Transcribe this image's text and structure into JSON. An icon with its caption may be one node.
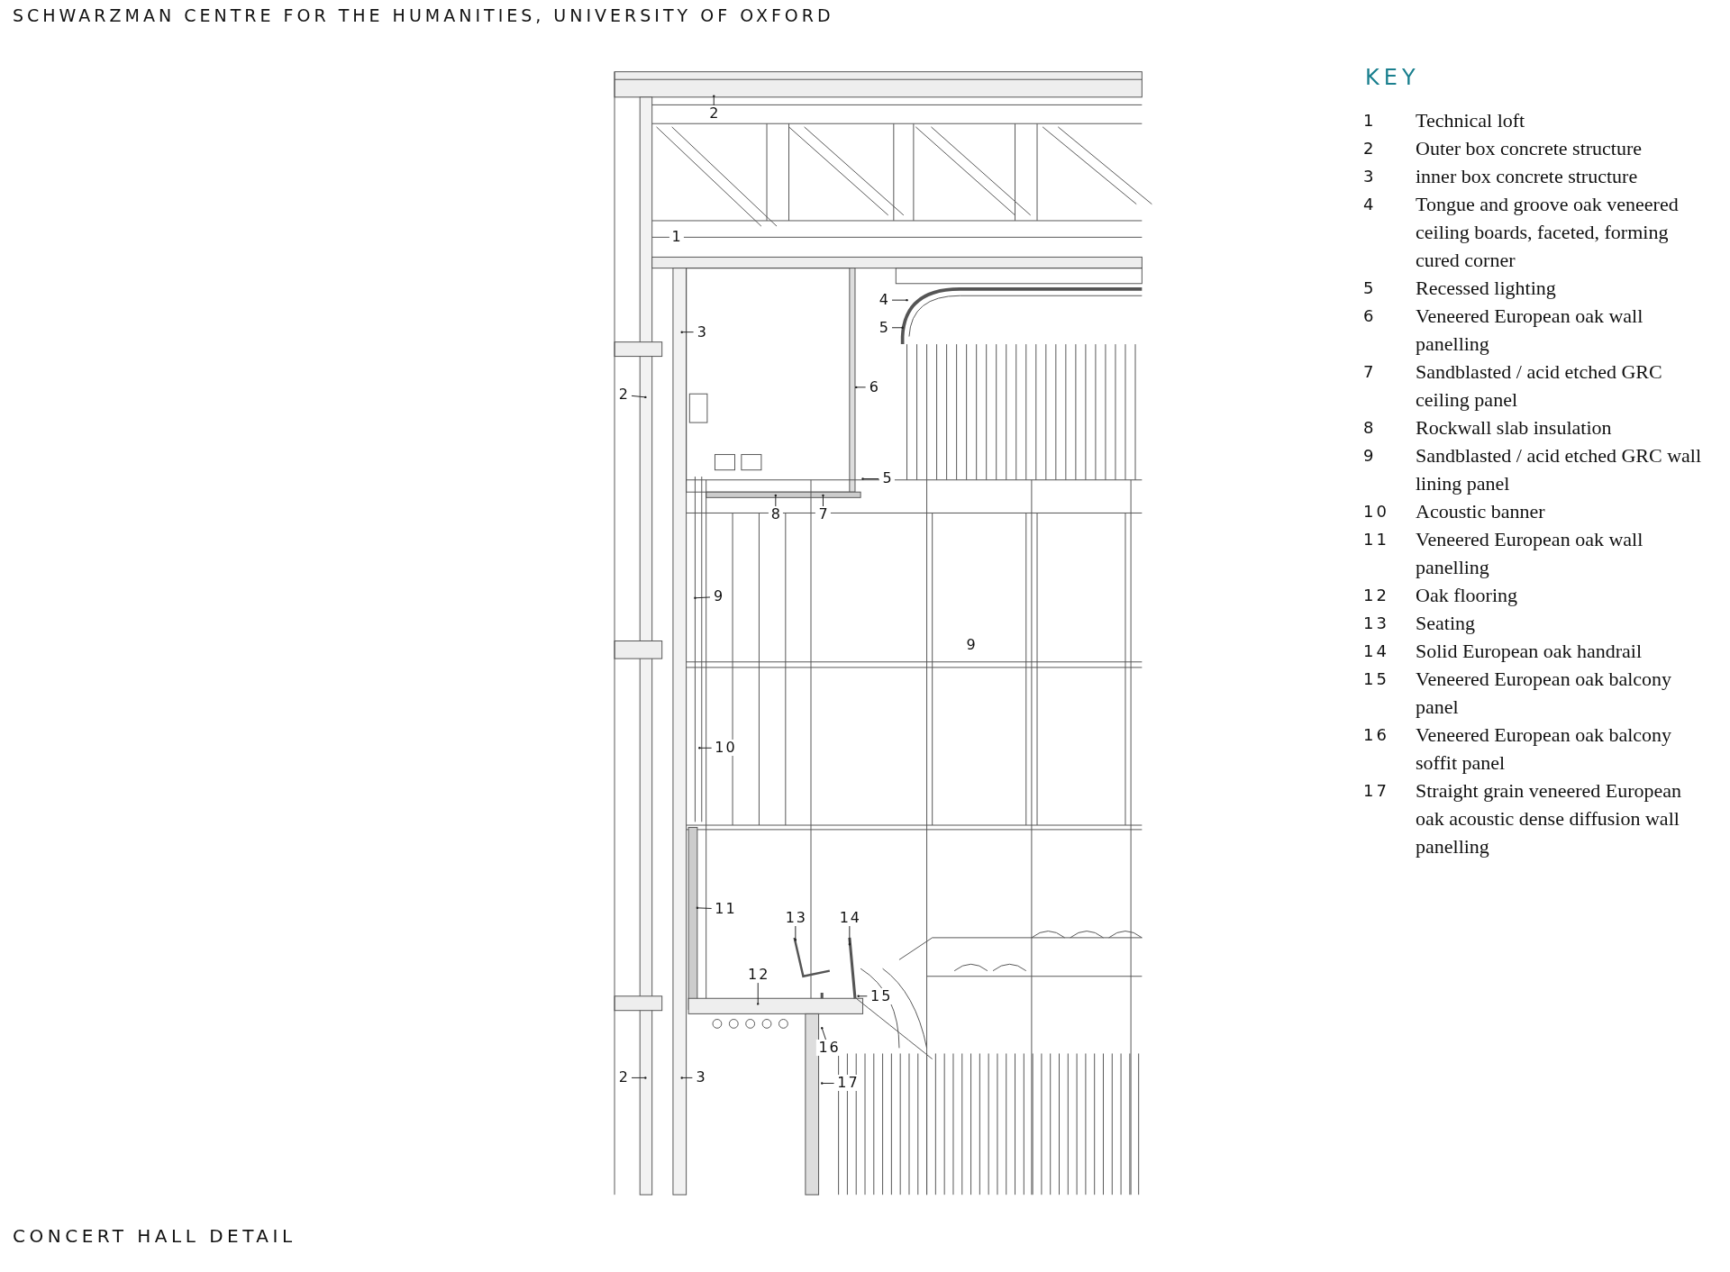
{
  "diagram": {
    "title": "SCHWARZMAN CENTRE FOR THE HUMANITIES, UNIVERSITY OF OXFORD",
    "caption": "CONCERT HALL DETAIL",
    "nodes": [
      {
        "text": [
          "2"
        ]
      },
      {
        "text": [
          "4"
        ]
      },
      {
        "text": [
          "5"
        ]
      },
      {
        "text": [
          "3"
        ]
      },
      {
        "text": [
          "6"
        ]
      },
      {
        "text": [
          "2"
        ]
      },
      {
        "text": [
          "5"
        ]
      },
      {
        "text": [
          "8"
        ]
      },
      {
        "text": [
          "7"
        ]
      },
      {
        "text": [
          "9"
        ]
      },
      {
        "text": [
          "10"
        ]
      },
      {
        "text": [
          "11"
        ]
      },
      {
        "text": [
          "13"
        ]
      },
      {
        "text": [
          "14"
        ]
      },
      {
        "text": [
          "12"
        ]
      },
      {
        "text": [
          "15"
        ]
      },
      {
        "text": [
          "16"
        ]
      },
      {
        "text": [
          "2"
        ]
      },
      {
        "text": [
          "3"
        ]
      },
      {
        "text": [
          "17"
        ]
      }
    ],
    "edges": [
      {
        "from": 0,
        "to": null,
        "arrow": "other"
      },
      {
        "from": 1,
        "to": null,
        "arrow": "other"
      },
      {
        "from": 2,
        "to": null,
        "arrow": "other"
      },
      {
        "from": 3,
        "to": null,
        "arrow": "other"
      },
      {
        "from": 4,
        "to": null,
        "arrow": "other"
      },
      {
        "from": 5,
        "to": null,
        "arrow": "other"
      },
      {
        "from": 6,
        "to": null,
        "arrow": "other"
      },
      {
        "from": 7,
        "to": null,
        "arrow": "other"
      },
      {
        "from": 8,
        "to": null,
        "arrow": "other"
      },
      {
        "from": 9,
        "to": null,
        "arrow": "other"
      },
      {
        "from": 10,
        "to": null,
        "arrow": "other"
      },
      {
        "from": 11,
        "to": null,
        "arrow": "other"
      },
      {
        "from": 12,
        "to": null,
        "arrow": "other"
      },
      {
        "from": 13,
        "to": null,
        "arrow": "other"
      },
      {
        "from": 14,
        "to": null,
        "arrow": "other"
      },
      {
        "from": 15,
        "to": null,
        "arrow": "other"
      },
      {
        "from": 16,
        "to": null,
        "arrow": "other"
      },
      {
        "from": 17,
        "to": null,
        "arrow": "other"
      },
      {
        "from": 18,
        "to": null,
        "arrow": "other"
      },
      {
        "from": 19,
        "to": null,
        "arrow": "other"
      }
    ],
    "labels": [
      "1",
      "9",
      "KEY",
      "1",
      "Technical loft",
      "2",
      "Outer box concrete structure",
      "3",
      "inner box concrete structure",
      "4",
      "Tongue and groove oak veneered ceiling boards, faceted, forming cured corner",
      "5",
      "Recessed lighting",
      "6",
      "Veneered European oak wall panelling",
      "7",
      "Sandblasted / acid etched GRC ceiling panel",
      "8",
      "Rockwall slab insulation",
      "9",
      "Sandblasted / acid etched GRC wall lining panel",
      "10",
      "Acoustic banner",
      "11",
      "Veneered European oak wall panelling",
      "12",
      "Oak flooring",
      "13",
      "Seating",
      "14",
      "Solid European oak handrail",
      "15",
      "Veneered European oak balcony panel",
      "16",
      "Veneered European oak balcony soffit panel",
      "17",
      "Straight grain veneered European oak acoustic dense diffusion wall panelling"
    ]
  }
}
